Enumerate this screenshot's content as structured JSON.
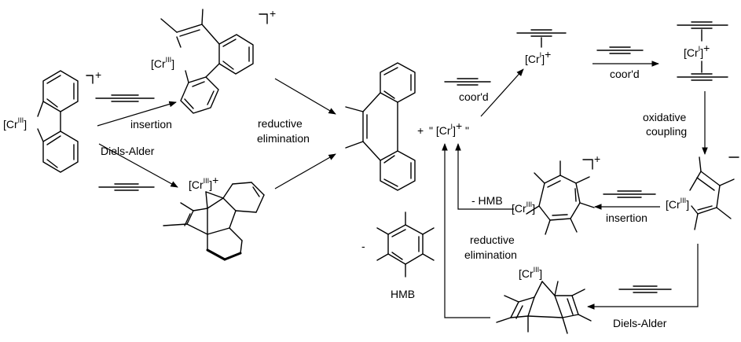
{
  "reagents": {
    "cr3_center": "[Cr",
    "cr3_ox": "III",
    "cr1_center": "[Cr",
    "cr1_ox": "I",
    "charge_plus": "+",
    "bracket_plus": "]",
    "quote_open": "\"",
    "quote_close": "\""
  },
  "arrows": {
    "insertion_top": "insertion",
    "diels_alder_left": "Diels-Alder",
    "reductive_elimination_top": "reductive\nelimination",
    "coord_1": "coor'd",
    "coord_2": "coor'd",
    "oxidative_coupling": "oxidative\ncoupling",
    "insertion_right": "insertion",
    "minus_hmb": "- HMB",
    "reductive_elimination_bottom": "reductive\nelimination",
    "diels_alder_bottom": "Diels-Alder"
  },
  "labels": {
    "hmb": "HMB",
    "minus": "-",
    "plus_sign": "+"
  }
}
